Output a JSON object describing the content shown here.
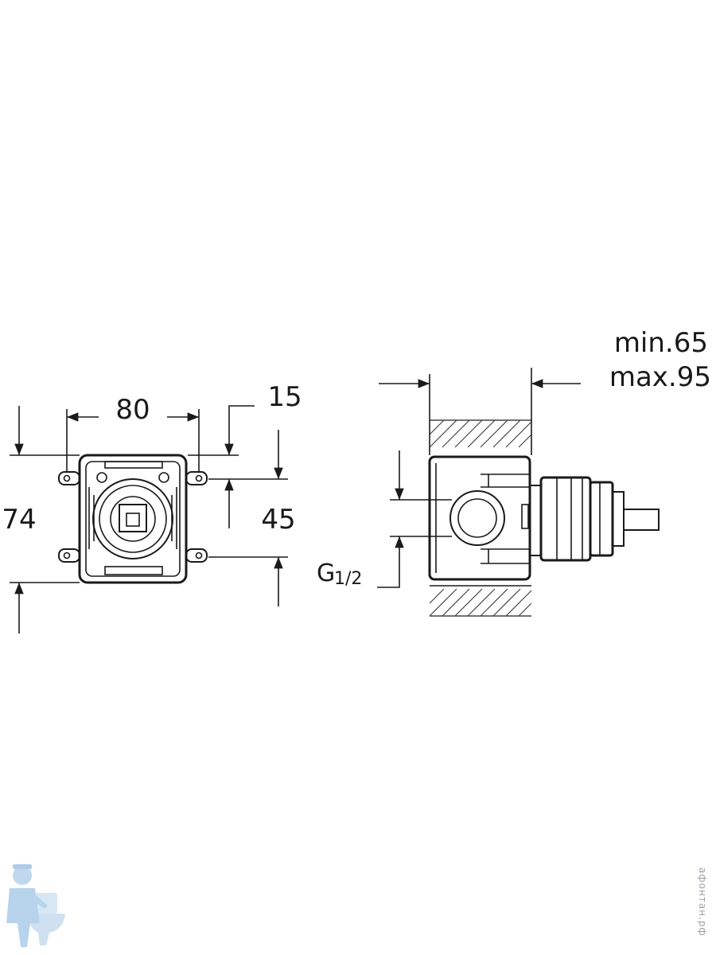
{
  "front_view": {
    "width_label": "80",
    "flange_label": "15",
    "height_label": "74",
    "holes_label": "45"
  },
  "side_view": {
    "depth_min_label": "min.65",
    "depth_max_label": "max.95",
    "thread_main": "G",
    "thread_fraction": "1/2"
  },
  "watermark": {
    "mascot": "plumber-mascot-icon",
    "text": "афонтан.рф"
  }
}
